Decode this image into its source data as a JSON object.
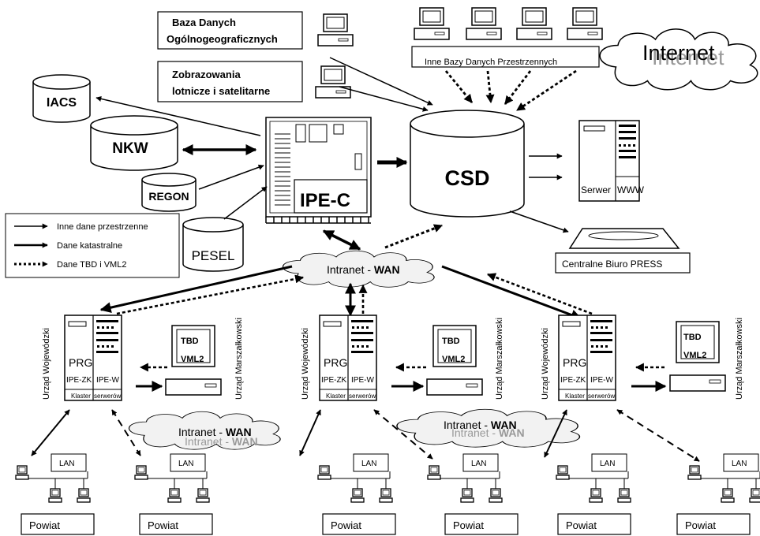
{
  "titles": {
    "baza_danych_1": "Baza Danych",
    "baza_danych_2": "Ogólnogeograficznych",
    "zobrazowania_1": "Zobrazowania",
    "zobrazowania_2": "lotnicze i satelitarne",
    "inne_bazy": "Inne Bazy Danych Przestrzennych",
    "internet": "Internet"
  },
  "databases": {
    "iacs": "IACS",
    "nkw": "NKW",
    "regon": "REGON",
    "pesel": "PESEL",
    "csd": "CSD"
  },
  "ipe_c": "IPE-C",
  "serwer": {
    "left": "Serwer",
    "right": "WWW"
  },
  "press": "Centralne Biuro PRESS",
  "intranet": {
    "prefix": "Intranet - ",
    "bold": "WAN"
  },
  "legend": [
    {
      "label": "Inne dane przestrzenne",
      "style": "solid"
    },
    {
      "label": "Dane katastralne",
      "style": "bold"
    },
    {
      "label": "Dane TBD i VML2",
      "style": "dotted"
    }
  ],
  "region": {
    "uw": "Urząd Wojewódzki",
    "um": "Urząd Marszałkowski",
    "prg": "PRG",
    "ipe_zk": "IPE-ZK",
    "ipe_w": "IPE-W",
    "klaster": "Klaster",
    "serwerow": "serwerów",
    "tbd": "TBD",
    "vml2": "VML2"
  },
  "lan": "LAN",
  "powiat": "Powiat",
  "colors": {
    "line": "#000000",
    "cloud_fill": "#f2f2f2",
    "cloud_ghost": "#9a9a9a"
  }
}
